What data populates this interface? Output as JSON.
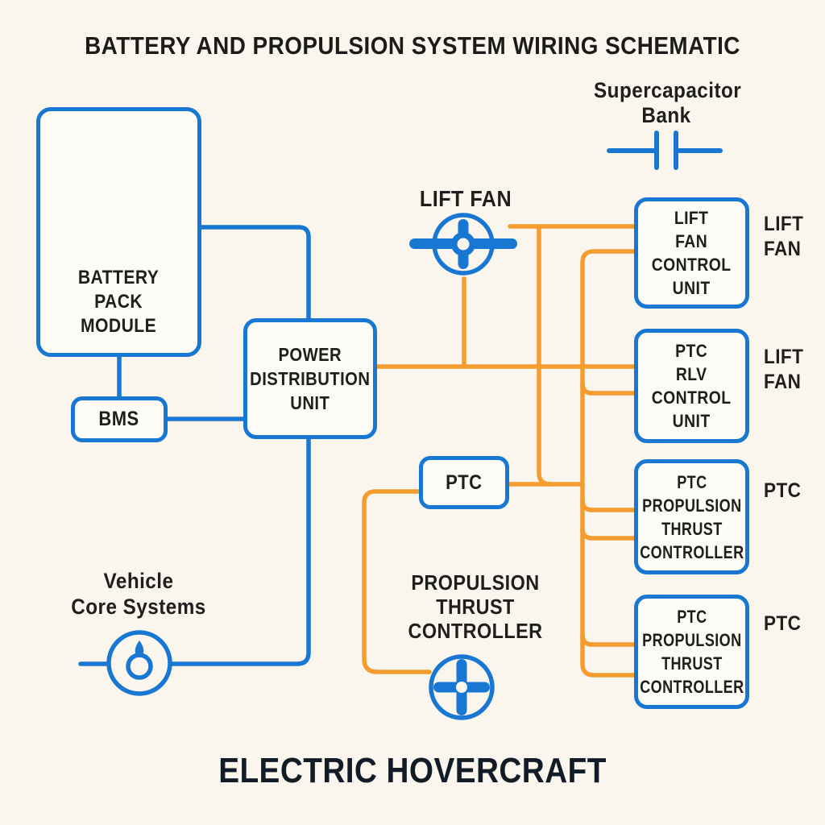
{
  "title": "BATTERY AND PROPULSION SYSTEM WIRING SCHEMATIC",
  "footer": "ELECTRIC HOVERCRAFT",
  "colors": {
    "wire_blue": "#1877d2",
    "wire_orange": "#f59c2e",
    "background": "#faf6ed",
    "text": "#1e1e1c",
    "footer_text": "#121c27"
  },
  "battery": {
    "lines": [
      "BATTERY",
      "PACK",
      "MODULE"
    ]
  },
  "bms": {
    "label": "BMS"
  },
  "pdu": {
    "lines": [
      "POWER",
      "DISTRIBUTION",
      "UNIT"
    ]
  },
  "ptc": {
    "label": "PTC"
  },
  "lift_fan": {
    "label": "LIFT FAN"
  },
  "supercapacitor": {
    "lines": [
      "Supercapacitor",
      "Bank"
    ]
  },
  "vehicle_core": {
    "lines": [
      "Vehicle",
      "Core Systems"
    ]
  },
  "propulsion": {
    "lines": [
      "PROPULSION",
      "THRUST",
      "CONTROLLER"
    ]
  },
  "controllers": [
    {
      "lines": [
        "LIFT",
        "FAN",
        "CONTROL",
        "UNIT"
      ],
      "side": [
        "LIFT",
        "FAN"
      ]
    },
    {
      "lines": [
        "PTC",
        "RLV",
        "CONTROL",
        "UNIT"
      ],
      "side": [
        "LIFT",
        "FAN"
      ]
    },
    {
      "lines": [
        "PTC",
        "PROPULSION",
        "THRUST",
        "CONTROLLER"
      ],
      "side": [
        "PTC"
      ]
    },
    {
      "lines": [
        "PTC",
        "PROPULSION",
        "THRUST",
        "CONTROLLER"
      ],
      "side": [
        "PTC"
      ]
    }
  ]
}
